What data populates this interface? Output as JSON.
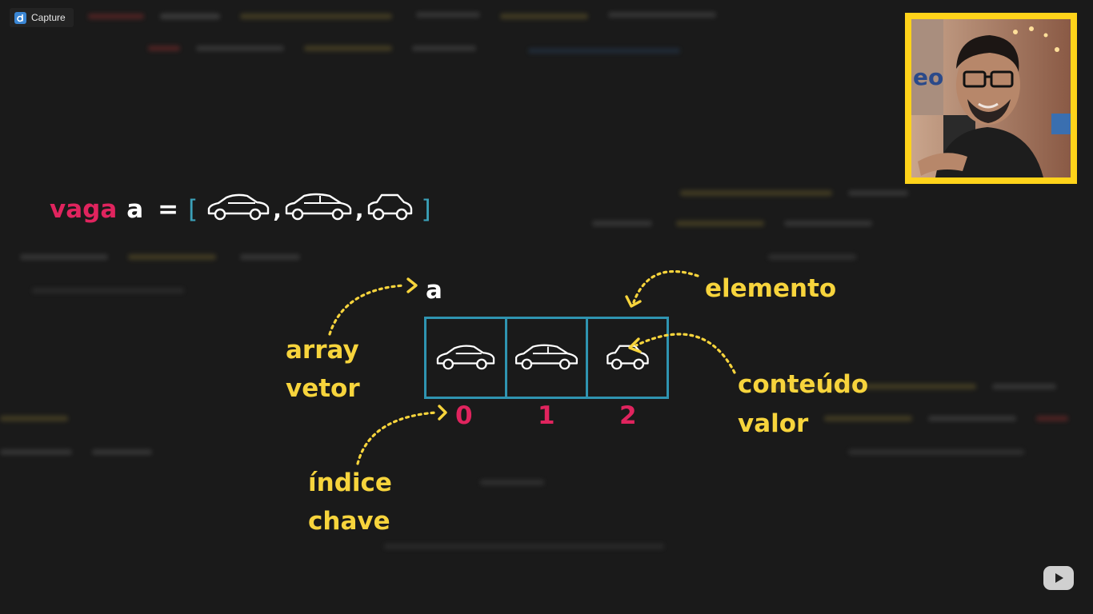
{
  "app": {
    "badge_label": "Capture"
  },
  "code": {
    "keyword": "vaga",
    "identifier": "a",
    "equals": "=",
    "open_bracket": "[",
    "close_bracket": "]",
    "comma": ","
  },
  "diagram": {
    "array_name": "a",
    "labels": {
      "array_line1": "array",
      "array_line2": "vetor",
      "element": "elemento",
      "content_line1": "conteúdo",
      "content_line2": "valor",
      "index_line1": "índice",
      "index_line2": "chave"
    },
    "indices": [
      "0",
      "1",
      "2"
    ]
  },
  "icons": [
    "sedan-car-icon",
    "hatchback-car-icon",
    "small-car-icon",
    "youtube-play-icon"
  ],
  "colors": {
    "accent_yellow": "#f7d43c",
    "keyword_red": "#e0245e",
    "bracket_teal": "#3ba0b8",
    "box_border": "#2f94b1",
    "webcam_frame": "#ffd31a"
  }
}
